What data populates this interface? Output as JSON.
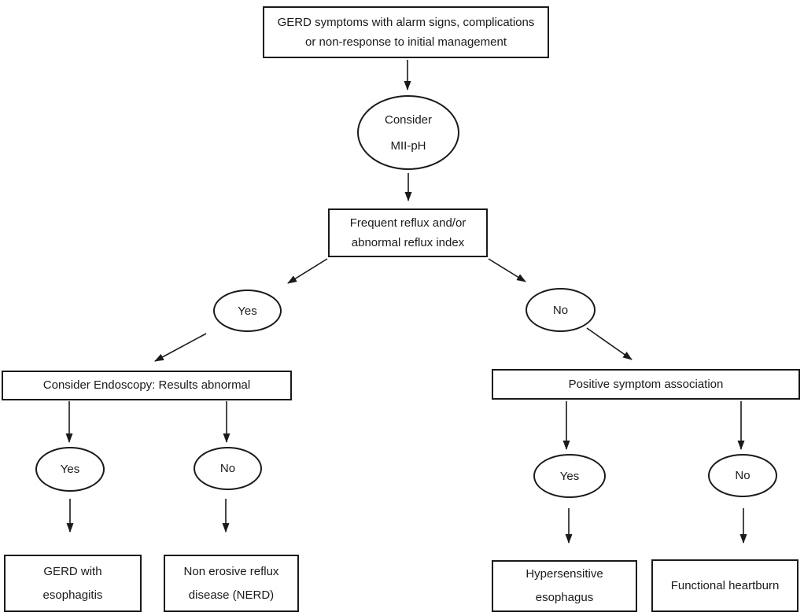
{
  "colors": {
    "ink": "#1a1a1a",
    "background": "#ffffff"
  },
  "diagram": {
    "type": "flowchart",
    "nodes": {
      "gerd_symptoms": {
        "shape": "rect",
        "lines": [
          "GERD symptoms with alarm signs, complications",
          "or non-response to initial management"
        ]
      },
      "consider_mii_ph": {
        "shape": "ellipse",
        "lines": [
          "Consider",
          "MII-pH"
        ]
      },
      "frequent_reflux": {
        "shape": "rect",
        "lines": [
          "Frequent reflux and/or",
          "abnormal reflux index"
        ]
      },
      "reflux_yes": {
        "shape": "ellipse",
        "lines": [
          "Yes"
        ]
      },
      "reflux_no": {
        "shape": "ellipse",
        "lines": [
          "No"
        ]
      },
      "consider_endoscopy": {
        "shape": "rect",
        "lines": [
          "Consider Endoscopy: Results abnormal"
        ]
      },
      "positive_symptom": {
        "shape": "rect",
        "lines": [
          "Positive symptom association"
        ]
      },
      "endoscopy_yes": {
        "shape": "ellipse",
        "lines": [
          "Yes"
        ]
      },
      "endoscopy_no": {
        "shape": "ellipse",
        "lines": [
          "No"
        ]
      },
      "symptom_yes": {
        "shape": "ellipse",
        "lines": [
          "Yes"
        ]
      },
      "symptom_no": {
        "shape": "ellipse",
        "lines": [
          "No"
        ]
      },
      "gerd_esophagitis": {
        "shape": "rect",
        "lines": [
          "GERD with",
          "esophagitis"
        ]
      },
      "nerd": {
        "shape": "rect",
        "lines": [
          "Non erosive reflux",
          "disease (NERD)"
        ]
      },
      "hypersensitive": {
        "shape": "rect",
        "lines": [
          "Hypersensitive",
          "esophagus"
        ]
      },
      "functional": {
        "shape": "rect",
        "lines": [
          "Functional heartburn"
        ]
      }
    },
    "edges": [
      {
        "from": "gerd_symptoms",
        "to": "consider_mii_ph"
      },
      {
        "from": "consider_mii_ph",
        "to": "frequent_reflux"
      },
      {
        "from": "frequent_reflux",
        "to": "reflux_yes"
      },
      {
        "from": "frequent_reflux",
        "to": "reflux_no"
      },
      {
        "from": "reflux_yes",
        "to": "consider_endoscopy"
      },
      {
        "from": "reflux_no",
        "to": "positive_symptom"
      },
      {
        "from": "consider_endoscopy",
        "to": "endoscopy_yes"
      },
      {
        "from": "consider_endoscopy",
        "to": "endoscopy_no"
      },
      {
        "from": "endoscopy_yes",
        "to": "gerd_esophagitis"
      },
      {
        "from": "endoscopy_no",
        "to": "nerd"
      },
      {
        "from": "positive_symptom",
        "to": "symptom_yes"
      },
      {
        "from": "positive_symptom",
        "to": "symptom_no"
      },
      {
        "from": "symptom_yes",
        "to": "hypersensitive"
      },
      {
        "from": "symptom_no",
        "to": "functional"
      }
    ]
  }
}
